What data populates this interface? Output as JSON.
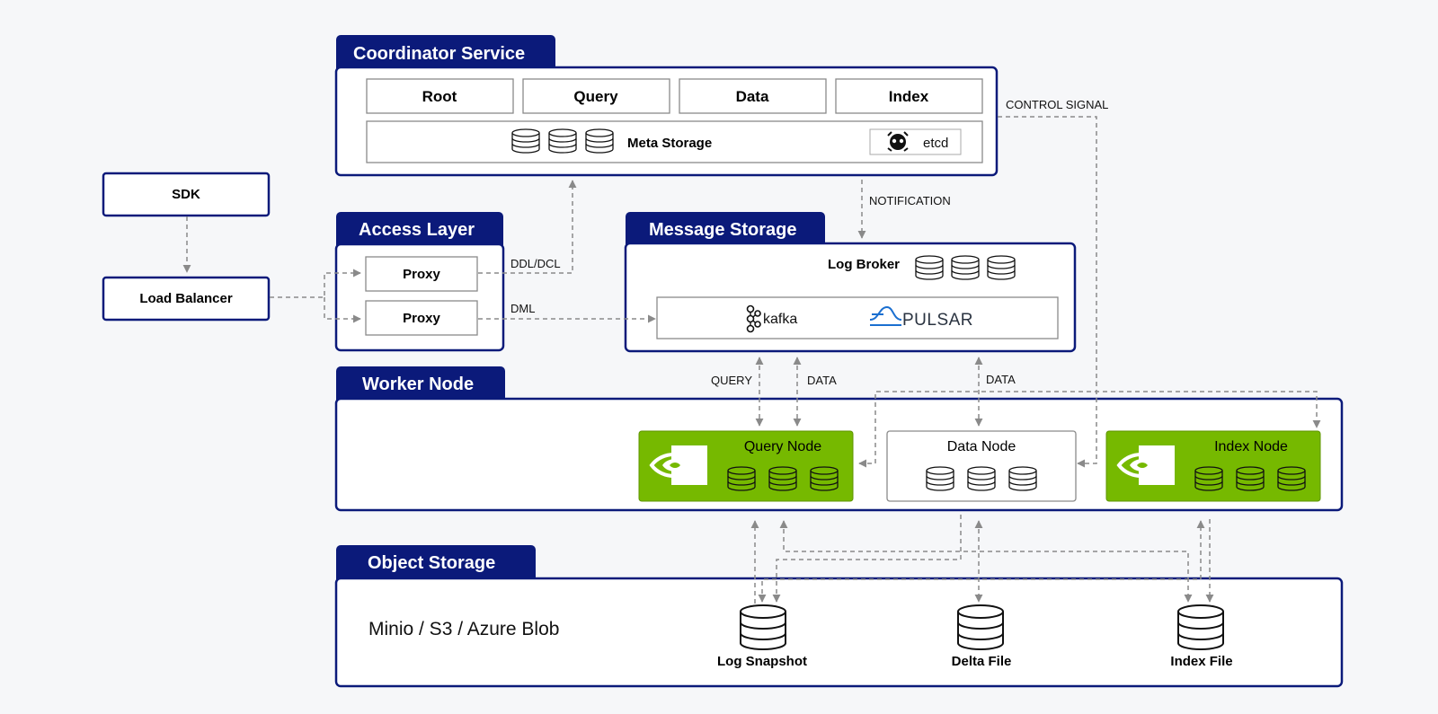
{
  "colors": {
    "navy": "#0b1a7a",
    "green": "#76b900",
    "dashed_arrow": "#8a8a8a",
    "background": "#f6f7f9"
  },
  "sdk": {
    "label": "SDK"
  },
  "load_balancer": {
    "label": "Load Balancer"
  },
  "coordinator": {
    "title": "Coordinator Service",
    "services": [
      "Root",
      "Query",
      "Data",
      "Index"
    ],
    "meta_storage_label": "Meta Storage",
    "etcd_label": "etcd",
    "etcd_icon": "etcd-logo-icon"
  },
  "access_layer": {
    "title": "Access Layer",
    "proxies": [
      "Proxy",
      "Proxy"
    ]
  },
  "message": {
    "title": "Message Storage",
    "log_broker_label": "Log Broker",
    "kafka_label": "kafka",
    "pulsar_label": "PULSAR"
  },
  "worker_node": {
    "title": "Worker Node",
    "query_node": "Query Node",
    "data_node": "Data Node",
    "index_node": "Index Node",
    "gpu_icon": "nvidia-logo-icon"
  },
  "object_storage": {
    "title": "Object Storage",
    "provider_text": "Minio / S3 / Azure Blob",
    "items": [
      "Log Snapshot",
      "Delta File",
      "Index File"
    ]
  },
  "edge_labels": {
    "control_signal": "CONTROL SIGNAL",
    "notification": "NOTIFICATION",
    "ddl_dcl": "DDL/DCL",
    "dml": "DML",
    "query": "QUERY",
    "data_1": "DATA",
    "data_2": "DATA"
  }
}
